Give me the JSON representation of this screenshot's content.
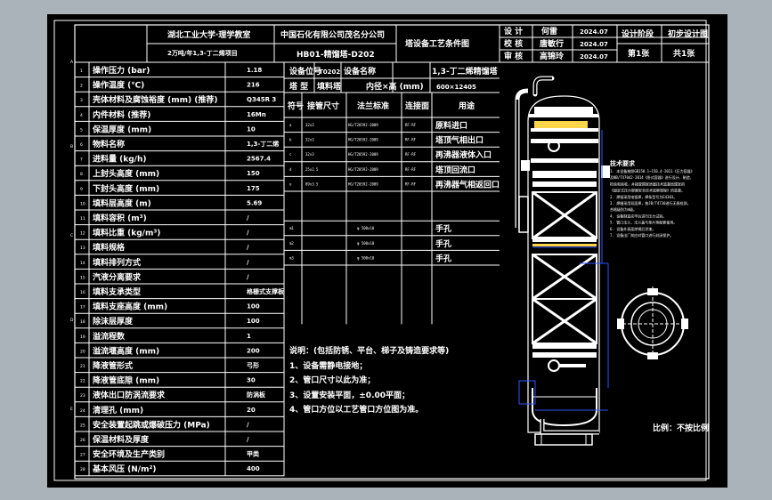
{
  "title_block": {
    "school": "湖北工业大学·理学教室",
    "client": "中国石化有限公司茂名分公司",
    "sheet_title": "塔设备工艺条件图",
    "project": "2万吨/年1,3-丁二烯项目",
    "equipment": "HB01-精馏塔-D202",
    "sign": [
      {
        "role": "设 计",
        "name": "何雷",
        "date": "2024.07"
      },
      {
        "role": "校 核",
        "name": "唐敏行",
        "date": "2024.07"
      },
      {
        "role": "审 核",
        "name": "高锦玲",
        "date": "2024.07"
      }
    ],
    "stage_label": "设计阶段",
    "stage_value": "初步设计图",
    "page_a": "第1张",
    "page_b": "共1张"
  },
  "params": [
    {
      "no": "1",
      "name": "操作压力 (bar)",
      "value": "1.18"
    },
    {
      "no": "2",
      "name": "操作温度 (℃)",
      "value": "216"
    },
    {
      "no": "3",
      "name": "壳体材料及腐蚀裕度 (mm) (推荐)",
      "value": "Q345R 3"
    },
    {
      "no": "4",
      "name": "内件材料 (推荐)",
      "value": "16Mn"
    },
    {
      "no": "5",
      "name": "保温厚度 (mm)",
      "value": "10"
    },
    {
      "no": "6",
      "name": "物料名称",
      "value": "1,3-丁二烯"
    },
    {
      "no": "7",
      "name": "进料量 (kg/h)",
      "value": "2567.4"
    },
    {
      "no": "8",
      "name": "上封头高度 (mm)",
      "value": "150"
    },
    {
      "no": "9",
      "name": "下封头高度 (mm)",
      "value": "175"
    },
    {
      "no": "10",
      "name": "填料层高度 (m)",
      "value": "5.69"
    },
    {
      "no": "11",
      "name": "填料容积 (m³)",
      "value": "/"
    },
    {
      "no": "12",
      "name": "填料比重 (kg/m³)",
      "value": "/"
    },
    {
      "no": "13",
      "name": "填料规格",
      "value": "/"
    },
    {
      "no": "14",
      "name": "填料排列方式",
      "value": "/"
    },
    {
      "no": "15",
      "name": "汽液分离要求",
      "value": "/"
    },
    {
      "no": "16",
      "name": "填料支承类型",
      "value": "格栅式支撑板"
    },
    {
      "no": "17",
      "name": "填料支座高度 (mm)",
      "value": "100"
    },
    {
      "no": "18",
      "name": "除沫层厚度",
      "value": "100"
    },
    {
      "no": "19",
      "name": "溢流程数",
      "value": "1"
    },
    {
      "no": "20",
      "name": "溢流堰高度 (mm)",
      "value": "200"
    },
    {
      "no": "21",
      "name": "降液管形式",
      "value": "弓形"
    },
    {
      "no": "22",
      "name": "降液管底隙 (mm)",
      "value": "30"
    },
    {
      "no": "23",
      "name": "液体出口防涡流要求",
      "value": "防涡板"
    },
    {
      "no": "24",
      "name": "清理孔 (mm)",
      "value": "20"
    },
    {
      "no": "25",
      "name": "安全装置起跳或爆破压力 (MPa)",
      "value": "/"
    },
    {
      "no": "26",
      "name": "保温材料及厚度",
      "value": "/"
    },
    {
      "no": "27",
      "name": "安全环境及生产类别",
      "value": "甲类"
    },
    {
      "no": "28",
      "name": "基本风压 (N/m²)",
      "value": "400"
    }
  ],
  "equipment_info": {
    "tag_label": "设备位号",
    "tag_value": "T0202",
    "name_label": "设备名称",
    "name_value": "1,3-丁二烯精馏塔",
    "type_label": "塔 型",
    "type_value": "填料塔",
    "diam_label": "内径×高 (mm)",
    "diam_value": "600×12405"
  },
  "nozzle_header": [
    "符号",
    "接管尺寸",
    "法兰标准",
    "连接面",
    "用途"
  ],
  "nozzles": [
    {
      "sym": "a",
      "size": "32x3",
      "std": "HG/T20592-2009",
      "face": "RF-RF",
      "use": "原料进口"
    },
    {
      "sym": "b",
      "size": "32x3",
      "std": "HG/T20592-2009",
      "face": "RF-RF",
      "use": "塔顶气相出口"
    },
    {
      "sym": "c",
      "size": "32x3",
      "std": "HG/T20592-2009",
      "face": "RF-RF",
      "use": "再沸器液体入口"
    },
    {
      "sym": "d",
      "size": "25x2.5",
      "std": "HG/T20592-2009",
      "face": "RF-RF",
      "use": "塔顶回流口"
    },
    {
      "sym": "e",
      "size": "89x3.5",
      "std": "HG/T20592-2009",
      "face": "RF-RF",
      "use": "再沸器气相返回口"
    }
  ],
  "manholes": [
    {
      "sym": "m1",
      "size": "φ 500x10",
      "use": "手孔"
    },
    {
      "sym": "m2",
      "size": "φ 500x10",
      "use": "手孔"
    },
    {
      "sym": "m3",
      "size": "φ 500x10",
      "use": "手孔"
    }
  ],
  "notes": {
    "title": "说明：(包括防锈、平台、梯子及铸造要求等)",
    "items": [
      "1、设备需静电接地；",
      "2、管口尺寸以此为准；",
      "3、设置安装平面，±0.00平面；",
      "4、管口方位以工艺管口方位图为准。"
    ]
  },
  "tech_req": {
    "title": "技术要求",
    "lines": [
      "1. 本设备按照GB150.1~150.4-2011《压力容器》",
      "及NB/T47042-2014《卧式容器》进行设计、制造、",
      "检验和验收，并接受国家质量技术监督局颁发的",
      "《固定式压力容器安全技术监察规程》的监督。",
      "2. 焊接采用电弧焊，焊条型号为E4303。",
      "3. 焊缝采用双面焊，按JB/T4730进行无损检测，",
      "合格级别为Ⅱ级。",
      "4. 设备制造完毕后进行压力试验。",
      "5. 管口法兰、法兰盖与垫片等配套使用。",
      "6. 设备外表面除锈后涂漆。",
      "7. 设备出厂前应对管口进行封闭保护。"
    ]
  },
  "scale_note": "比例：不按比例",
  "border_letters": [
    "A",
    "B",
    "C",
    "D",
    "E"
  ]
}
